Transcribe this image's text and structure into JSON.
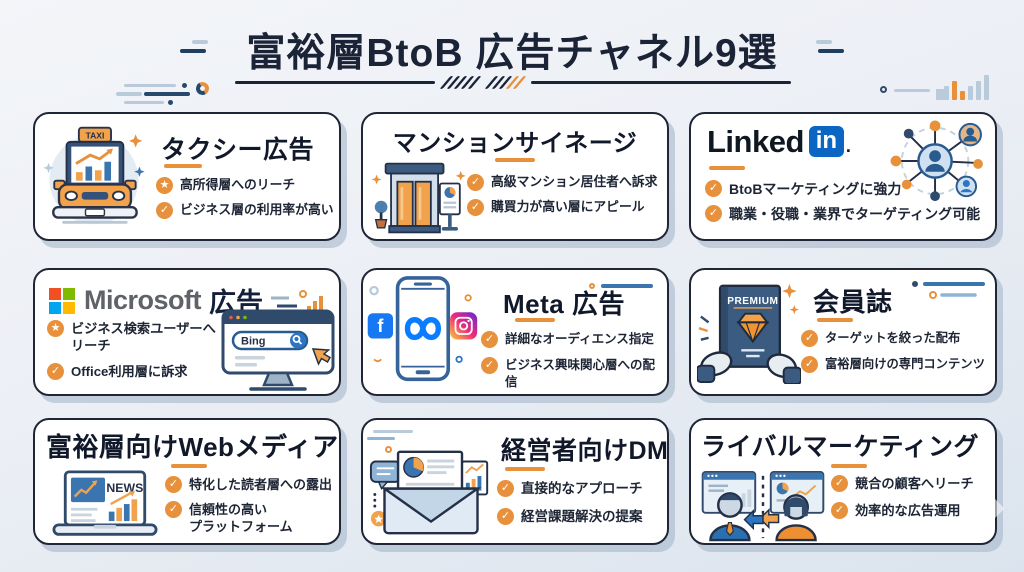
{
  "header": {
    "title": "富裕層BtoB 広告チャネル9選"
  },
  "cards": [
    {
      "title": "タクシー広告",
      "icon_label": "TAXI",
      "bullets": [
        {
          "glyph": "★",
          "text": "高所得層へのリーチ"
        },
        {
          "glyph": "✓",
          "text": "ビジネス層の利用率が高い"
        }
      ]
    },
    {
      "title": "マンションサイネージ",
      "bullets": [
        {
          "glyph": "✓",
          "text": "高級マンション居住者へ訴求"
        },
        {
          "glyph": "✓",
          "text": "購買力が高い層にアピール"
        }
      ]
    },
    {
      "brand": {
        "text": "Linked",
        "badge": "in",
        "period": "."
      },
      "bullets": [
        {
          "glyph": "✓",
          "text": "BtoBマーケティングに強力"
        },
        {
          "glyph": "✓",
          "text": "職業・役職・業界でターゲティング可能"
        }
      ]
    },
    {
      "brand": {
        "name": "Microsoft",
        "suffix": "広告"
      },
      "search_label": "Bing",
      "bullets": [
        {
          "glyph": "★",
          "text": "ビジネス検索ユーザーへ\nリーチ"
        },
        {
          "glyph": "✓",
          "text": "Office利用層に訴求"
        }
      ]
    },
    {
      "title": "Meta 広告",
      "fb_label": "f",
      "bullets": [
        {
          "glyph": "✓",
          "text": "詳細なオーディエンス指定"
        },
        {
          "glyph": "✓",
          "text": "ビジネス興味関心層への配信"
        }
      ]
    },
    {
      "title": "会員誌",
      "magazine_label": "PREMIUM",
      "bullets": [
        {
          "glyph": "✓",
          "text": "ターゲットを絞った配布"
        },
        {
          "glyph": "✓",
          "text": "富裕層向けの専門コンテンツ"
        }
      ]
    },
    {
      "title": "富裕層向けWebメディア",
      "news_label": "NEWS",
      "bullets": [
        {
          "glyph": "✓",
          "text": "特化した読者層への露出"
        },
        {
          "glyph": "✓",
          "text": "信頼性の高い\nプラットフォーム"
        }
      ]
    },
    {
      "title": "経営者向けDM",
      "bullets": [
        {
          "glyph": "✓",
          "text": "直接的なアプローチ"
        },
        {
          "glyph": "✓",
          "text": "経営課題解決の提案"
        }
      ]
    },
    {
      "title": "ライバルマーケティング",
      "bullets": [
        {
          "glyph": "✓",
          "text": "競合の顧客へリーチ"
        },
        {
          "glyph": "✓",
          "text": "効率的な広告運用"
        }
      ]
    }
  ],
  "colors": {
    "accent_orange": "#E8913C",
    "navy": "#1B2337",
    "blue": "#3A75B0",
    "light_blue": "#B9CBDB",
    "linkedin_blue": "#0A66C2",
    "facebook_blue": "#1877F2",
    "meta_blue": "#0A7CFF",
    "ms_red": "#F25022",
    "ms_green": "#7FBA00",
    "ms_blue": "#00A4EF",
    "ms_yellow": "#FFB900"
  }
}
